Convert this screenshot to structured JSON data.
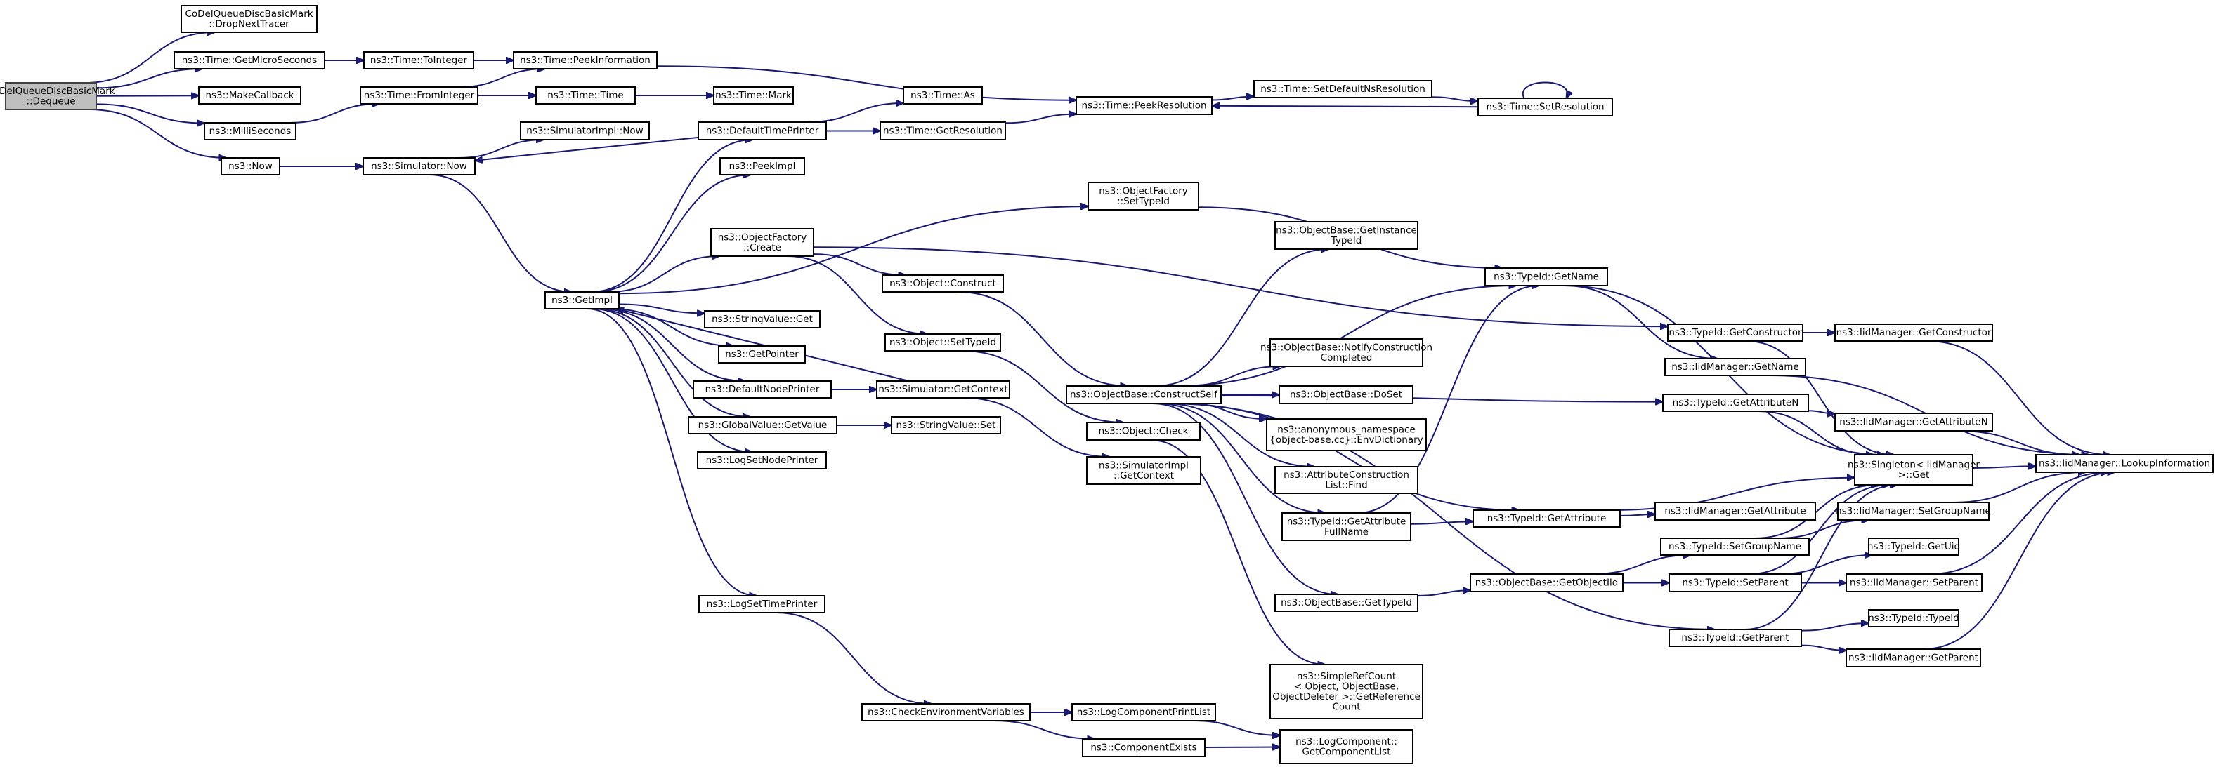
{
  "diagram": {
    "type": "call-graph",
    "colors": {
      "edge": "#191970",
      "node_border": "#000000",
      "root_fill": "#bfbfbf",
      "node_fill": "#ffffff"
    },
    "nodes": [
      {
        "id": "root",
        "lines": [
          "CoDelQueueDiscBasicMark",
          "::Dequeue"
        ],
        "root": true
      },
      {
        "id": "dropnext",
        "lines": [
          "CoDelQueueDiscBasicMark",
          "::DropNextTracer"
        ]
      },
      {
        "id": "getmicro",
        "lines": [
          "ns3::Time::GetMicroSeconds"
        ]
      },
      {
        "id": "makecb",
        "lines": [
          "ns3::MakeCallback"
        ]
      },
      {
        "id": "milli",
        "lines": [
          "ns3::MilliSeconds"
        ]
      },
      {
        "id": "now",
        "lines": [
          "ns3::Now"
        ]
      },
      {
        "id": "tointeger",
        "lines": [
          "ns3::Time::ToInteger"
        ]
      },
      {
        "id": "frominteger",
        "lines": [
          "ns3::Time::FromInteger"
        ]
      },
      {
        "id": "peekinfo",
        "lines": [
          "ns3::Time::PeekInformation"
        ]
      },
      {
        "id": "timetime",
        "lines": [
          "ns3::Time::Time"
        ]
      },
      {
        "id": "timemark",
        "lines": [
          "ns3::Time::Mark"
        ]
      },
      {
        "id": "simnow",
        "lines": [
          "ns3::Simulator::Now"
        ]
      },
      {
        "id": "simimplnow",
        "lines": [
          "ns3::SimulatorImpl::Now"
        ]
      },
      {
        "id": "getimpl",
        "lines": [
          "ns3::GetImpl"
        ]
      },
      {
        "id": "deftimeprinter",
        "lines": [
          "ns3::DefaultTimePrinter"
        ]
      },
      {
        "id": "peekimpl",
        "lines": [
          "ns3::PeekImpl"
        ]
      },
      {
        "id": "objfactcreate",
        "lines": [
          "ns3::ObjectFactory",
          "::Create"
        ]
      },
      {
        "id": "stringget",
        "lines": [
          "ns3::StringValue::Get"
        ]
      },
      {
        "id": "getpointer",
        "lines": [
          "ns3::GetPointer"
        ]
      },
      {
        "id": "defnodeprinter",
        "lines": [
          "ns3::DefaultNodePrinter"
        ]
      },
      {
        "id": "globalget",
        "lines": [
          "ns3::GlobalValue::GetValue"
        ]
      },
      {
        "id": "logsetnode",
        "lines": [
          "ns3::LogSetNodePrinter"
        ]
      },
      {
        "id": "logsettime",
        "lines": [
          "ns3::LogSetTimePrinter"
        ]
      },
      {
        "id": "timeas",
        "lines": [
          "ns3::Time::As"
        ]
      },
      {
        "id": "getres",
        "lines": [
          "ns3::Time::GetResolution"
        ]
      },
      {
        "id": "peekres",
        "lines": [
          "ns3::Time::PeekResolution"
        ]
      },
      {
        "id": "setdefns",
        "lines": [
          "ns3::Time::SetDefaultNsResolution"
        ]
      },
      {
        "id": "setres",
        "lines": [
          "ns3::Time::SetResolution"
        ]
      },
      {
        "id": "objfactsettid",
        "lines": [
          "ns3::ObjectFactory",
          "::SetTypeId"
        ]
      },
      {
        "id": "objconstruct",
        "lines": [
          "ns3::Object::Construct"
        ]
      },
      {
        "id": "objsettid",
        "lines": [
          "ns3::Object::SetTypeId"
        ]
      },
      {
        "id": "simgetctx",
        "lines": [
          "ns3::Simulator::GetContext"
        ]
      },
      {
        "id": "stringset",
        "lines": [
          "ns3::StringValue::Set"
        ]
      },
      {
        "id": "objcheck",
        "lines": [
          "ns3::Object::Check"
        ]
      },
      {
        "id": "simimplgetctx",
        "lines": [
          "ns3::SimulatorImpl",
          "::GetContext"
        ]
      },
      {
        "id": "constructself",
        "lines": [
          "ns3::ObjectBase::ConstructSelf"
        ]
      },
      {
        "id": "getinsttid",
        "lines": [
          "ns3::ObjectBase::GetInstance",
          "TypeId"
        ]
      },
      {
        "id": "notifyconst",
        "lines": [
          "ns3::ObjectBase::NotifyConstruction",
          "Completed"
        ]
      },
      {
        "id": "doset",
        "lines": [
          "ns3::ObjectBase::DoSet"
        ]
      },
      {
        "id": "envdict",
        "lines": [
          "ns3::anonymous_namespace",
          "{object-base.cc}::EnvDictionary"
        ]
      },
      {
        "id": "attrfind",
        "lines": [
          "ns3::AttributeConstruction",
          "List::Find"
        ]
      },
      {
        "id": "getattrfull",
        "lines": [
          "ns3::TypeId::GetAttribute",
          "FullName"
        ]
      },
      {
        "id": "getobjtid",
        "lines": [
          "ns3::ObjectBase::GetTypeId"
        ]
      },
      {
        "id": "getrefcount",
        "lines": [
          "ns3::SimpleRefCount",
          "< Object, ObjectBase,",
          "ObjectDeleter >::GetReference",
          "Count"
        ]
      },
      {
        "id": "tidgetname",
        "lines": [
          "ns3::TypeId::GetName"
        ]
      },
      {
        "id": "tidgetattr",
        "lines": [
          "ns3::TypeId::GetAttribute"
        ]
      },
      {
        "id": "obgetobjiid",
        "lines": [
          "ns3::ObjectBase::GetObjectIid"
        ]
      },
      {
        "id": "tidgetctor",
        "lines": [
          "ns3::TypeId::GetConstructor"
        ]
      },
      {
        "id": "iidgetname",
        "lines": [
          "ns3::IidManager::GetName"
        ]
      },
      {
        "id": "tidgetattrn",
        "lines": [
          "ns3::TypeId::GetAttributeN"
        ]
      },
      {
        "id": "iidgetattr",
        "lines": [
          "ns3::IidManager::GetAttribute"
        ]
      },
      {
        "id": "tidsetgroup",
        "lines": [
          "ns3::TypeId::SetGroupName"
        ]
      },
      {
        "id": "tidsetparent",
        "lines": [
          "ns3::TypeId::SetParent"
        ]
      },
      {
        "id": "tidgetparent",
        "lines": [
          "ns3::TypeId::GetParent"
        ]
      },
      {
        "id": "checkenv",
        "lines": [
          "ns3::CheckEnvironmentVariables"
        ]
      },
      {
        "id": "logprintlist",
        "lines": [
          "ns3::LogComponentPrintList"
        ]
      },
      {
        "id": "compexists",
        "lines": [
          "ns3::ComponentExists"
        ]
      },
      {
        "id": "logcomplist",
        "lines": [
          "ns3::LogComponent::",
          "GetComponentList"
        ]
      },
      {
        "id": "iidgetctor",
        "lines": [
          "ns3::IidManager::GetConstructor"
        ]
      },
      {
        "id": "iidgetattrn",
        "lines": [
          "ns3::IidManager::GetAttributeN"
        ]
      },
      {
        "id": "singleton",
        "lines": [
          "ns3::Singleton< IidManager",
          ">::Get"
        ]
      },
      {
        "id": "iidsetgroup",
        "lines": [
          "ns3::IidManager::SetGroupName"
        ]
      },
      {
        "id": "tidgetuid",
        "lines": [
          "ns3::TypeId::GetUid"
        ]
      },
      {
        "id": "iidsetparent",
        "lines": [
          "ns3::IidManager::SetParent"
        ]
      },
      {
        "id": "tidtypeid",
        "lines": [
          "ns3::TypeId::TypeId"
        ]
      },
      {
        "id": "iidgetparent",
        "lines": [
          "ns3::IidManager::GetParent"
        ]
      },
      {
        "id": "lookupinfo",
        "lines": [
          "ns3::IidManager::LookupInformation"
        ]
      }
    ],
    "edges": [
      [
        "root",
        "dropnext"
      ],
      [
        "root",
        "getmicro"
      ],
      [
        "root",
        "makecb"
      ],
      [
        "root",
        "milli"
      ],
      [
        "root",
        "now"
      ],
      [
        "getmicro",
        "tointeger"
      ],
      [
        "getmicro",
        "peekinfo"
      ],
      [
        "tointeger",
        "peekinfo"
      ],
      [
        "milli",
        "frominteger"
      ],
      [
        "frominteger",
        "peekinfo"
      ],
      [
        "frominteger",
        "timetime"
      ],
      [
        "timetime",
        "timemark"
      ],
      [
        "peekinfo",
        "peekres"
      ],
      [
        "now",
        "simnow"
      ],
      [
        "simnow",
        "simimplnow"
      ],
      [
        "simnow",
        "getimpl"
      ],
      [
        "getimpl",
        "deftimeprinter"
      ],
      [
        "getimpl",
        "peekimpl"
      ],
      [
        "getimpl",
        "objfactsettid"
      ],
      [
        "getimpl",
        "objfactcreate"
      ],
      [
        "getimpl",
        "stringget"
      ],
      [
        "getimpl",
        "getpointer"
      ],
      [
        "getimpl",
        "defnodeprinter"
      ],
      [
        "getimpl",
        "globalget"
      ],
      [
        "getimpl",
        "logsetnode"
      ],
      [
        "getimpl",
        "logsettime"
      ],
      [
        "deftimeprinter",
        "timeas"
      ],
      [
        "deftimeprinter",
        "getres"
      ],
      [
        "deftimeprinter",
        "simnow"
      ],
      [
        "getres",
        "peekres"
      ],
      [
        "peekres",
        "setdefns"
      ],
      [
        "setdefns",
        "setres"
      ],
      [
        "setres",
        "setres"
      ],
      [
        "setres",
        "peekres"
      ],
      [
        "objfactsettid",
        "tidgetname"
      ],
      [
        "objfactcreate",
        "objconstruct"
      ],
      [
        "objfactcreate",
        "objsettid"
      ],
      [
        "objfactcreate",
        "tidgetctor"
      ],
      [
        "objconstruct",
        "constructself"
      ],
      [
        "objsettid",
        "objcheck"
      ],
      [
        "defnodeprinter",
        "simgetctx"
      ],
      [
        "simgetctx",
        "getimpl"
      ],
      [
        "simgetctx",
        "simimplgetctx"
      ],
      [
        "globalget",
        "stringset"
      ],
      [
        "objcheck",
        "getrefcount"
      ],
      [
        "constructself",
        "getinsttid"
      ],
      [
        "constructself",
        "tidgetname"
      ],
      [
        "constructself",
        "notifyconst"
      ],
      [
        "constructself",
        "doset"
      ],
      [
        "constructself",
        "envdict"
      ],
      [
        "constructself",
        "attrfind"
      ],
      [
        "constructself",
        "getattrfull"
      ],
      [
        "constructself",
        "tidgetattr"
      ],
      [
        "constructself",
        "getobjtid"
      ],
      [
        "constructself",
        "tidgetparent"
      ],
      [
        "constructself",
        "tidgetattrn"
      ],
      [
        "getattrfull",
        "tidgetname"
      ],
      [
        "getattrfull",
        "tidgetattr"
      ],
      [
        "getobjtid",
        "obgetobjiid"
      ],
      [
        "obgetobjiid",
        "tidsetgroup"
      ],
      [
        "obgetobjiid",
        "tidsetparent"
      ],
      [
        "tidgetname",
        "iidgetname"
      ],
      [
        "tidgetname",
        "singleton"
      ],
      [
        "tidgetattr",
        "iidgetattr"
      ],
      [
        "tidgetattr",
        "singleton"
      ],
      [
        "tidgetctor",
        "iidgetctor"
      ],
      [
        "tidgetctor",
        "singleton"
      ],
      [
        "tidgetattrn",
        "iidgetattrn"
      ],
      [
        "tidgetattrn",
        "singleton"
      ],
      [
        "tidsetgroup",
        "iidsetgroup"
      ],
      [
        "tidsetgroup",
        "singleton"
      ],
      [
        "tidsetparent",
        "tidgetuid"
      ],
      [
        "tidsetparent",
        "iidsetparent"
      ],
      [
        "tidsetparent",
        "singleton"
      ],
      [
        "tidgetparent",
        "tidtypeid"
      ],
      [
        "tidgetparent",
        "iidgetparent"
      ],
      [
        "tidgetparent",
        "singleton"
      ],
      [
        "iidgetname",
        "lookupinfo"
      ],
      [
        "iidgetctor",
        "lookupinfo"
      ],
      [
        "iidgetattrn",
        "lookupinfo"
      ],
      [
        "singleton",
        "lookupinfo"
      ],
      [
        "iidsetgroup",
        "lookupinfo"
      ],
      [
        "iidsetparent",
        "lookupinfo"
      ],
      [
        "iidgetparent",
        "lookupinfo"
      ],
      [
        "logsettime",
        "checkenv"
      ],
      [
        "checkenv",
        "logprintlist"
      ],
      [
        "checkenv",
        "compexists"
      ],
      [
        "logprintlist",
        "logcomplist"
      ],
      [
        "compexists",
        "logcomplist"
      ]
    ]
  }
}
